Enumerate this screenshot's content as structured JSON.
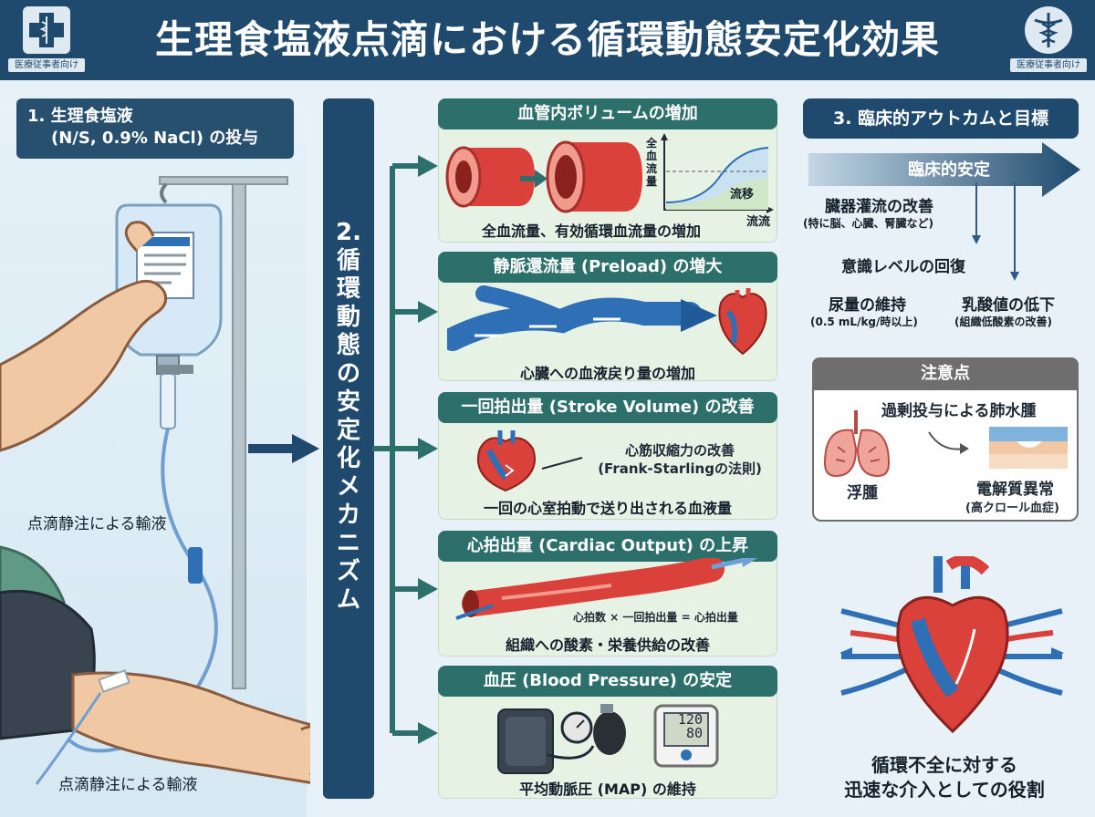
{
  "header": {
    "title": "生理食塩液点滴における循環動態安定化効果",
    "badge_text": "医療従事者向け"
  },
  "left": {
    "title_line1": "1. 生理食塩液",
    "title_line2": "(N/S, 0.9% NaCl) の投与",
    "label_upper": "点滴静注による輸液",
    "label_lower": "点滴静注による輸液"
  },
  "mechanism": {
    "title": [
      "2.",
      "循",
      "環",
      "動",
      "態",
      "の",
      "安",
      "定",
      "化",
      "メ",
      "カ",
      "ニ",
      "ズ",
      "ム"
    ]
  },
  "cards": [
    {
      "title": "血管内ボリュームの増加",
      "caption": "全血流量、有効循環血流量の増加",
      "graph_ylabel": "全血流量",
      "graph_xlabel": "流流",
      "graph_curve_label": "流移"
    },
    {
      "title": "静脈還流量 (Preload) の増大",
      "caption": "心臓への血液戻り量の増加"
    },
    {
      "title": "一回拍出量 (Stroke Volume) の改善",
      "note_line1": "心筋収縮力の改善",
      "note_line2": "(Frank-Starlingの法則)",
      "caption": "一回の心室拍動で送り出される血液量"
    },
    {
      "title": "心拍出量 (Cardiac Output) の上昇",
      "formula": "心拍数 × 一回拍出量 = 心拍出量",
      "caption": "組織への酸素・栄養供給の改善"
    },
    {
      "title": "血圧 (Blood Pressure) の安定",
      "monitor_line1": "120",
      "monitor_line2": "80",
      "caption": "平均動脈圧 (MAP) の維持"
    }
  ],
  "right": {
    "title": "3. 臨床的アウトカムと目標",
    "arrow_label": "臨床的安定",
    "outcome1": "臓器灌流の改善",
    "outcome1_sub": "(特に脳、心臓、腎臓など)",
    "outcome2": "意識レベルの回復",
    "outcome3": "尿量の維持",
    "outcome3_sub": "(0.5 mL/kg/時以上)",
    "outcome4": "乳酸値の低下",
    "outcome4_sub": "(組織低酸素の改善)"
  },
  "caution": {
    "title": "注意点",
    "item1": "過剰投与による肺水腫",
    "item2": "浮腫",
    "item3": "電解質異常",
    "item3_sub": "(高クロール血症)"
  },
  "bottom": {
    "line1": "循環不全に対する",
    "line2": "迅速な介入としての役割"
  },
  "colors": {
    "navy": "#1f4a6d",
    "teal": "#2d6f6b",
    "card_bg": "#e6f2e4",
    "artery_red": "#d9413a",
    "vein_blue": "#2f6fb5"
  }
}
